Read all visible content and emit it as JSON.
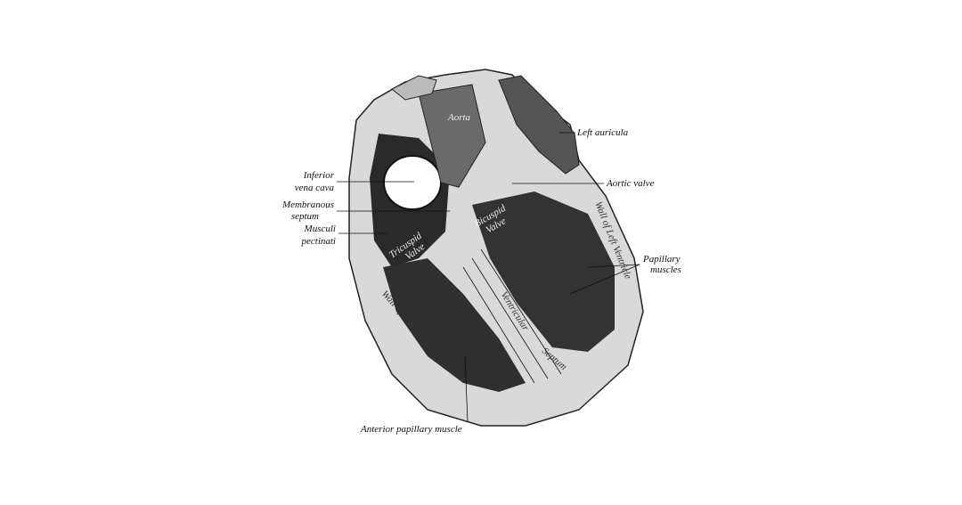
{
  "labels": {
    "aorta": "Aorta",
    "left_auricula": "Left auricula",
    "aortic_valve": "Aortic valve",
    "inferior_vena_cava": [
      "Inferior",
      "vena cava"
    ],
    "membranous_septum": [
      "Membranous",
      "septum"
    ],
    "musculi_pectinati": [
      "Musculi",
      "pectinati"
    ],
    "tricuspid_valve": [
      "Tricuspid",
      "Valve"
    ],
    "bicuspid_valve": [
      "Bicuspid",
      "Valve"
    ],
    "wall_left_ventricle": "Wall of Left Ventricle",
    "papillary_muscles": [
      "Papillary",
      "muscles"
    ],
    "ventricular_septum": [
      "Ventricular",
      "Septum"
    ],
    "wall_right_ventricle": "Wall of Right Ventricle",
    "anterior_papillary_muscle": "Anterior papillary muscle"
  }
}
